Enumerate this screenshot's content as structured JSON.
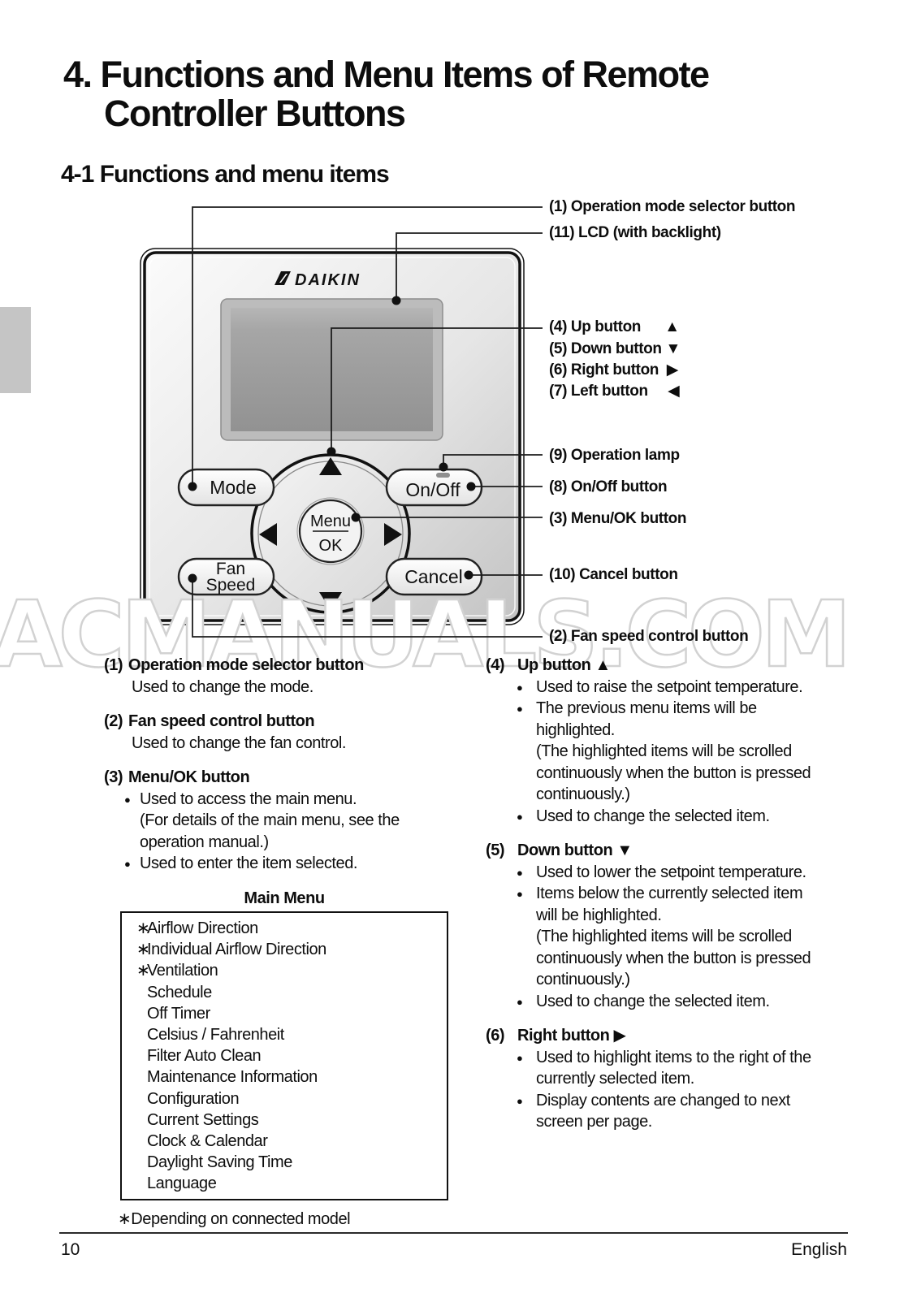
{
  "header": {
    "chapter_number": "4.",
    "title_line1": "4. Functions and Menu Items of Remote",
    "title_line2": "Controller Buttons",
    "section_title": "4-1 Functions and menu items"
  },
  "watermark": "ACMANUALS.COM",
  "remote": {
    "brand": "DAIKIN",
    "buttons": {
      "mode": "Mode",
      "on_off": "On/Off",
      "menu": "Menu",
      "ok": "OK",
      "fan_line1": "Fan",
      "fan_line2": "Speed",
      "cancel": "Cancel"
    }
  },
  "callouts": [
    {
      "text": "(1) Operation mode selector button"
    },
    {
      "text": "(11) LCD (with backlight)"
    },
    {
      "text": "(4) Up button      ▲"
    },
    {
      "text": "(5) Down button ▼"
    },
    {
      "text": "(6) Right button  ▶"
    },
    {
      "text": "(7) Left button     ◀"
    },
    {
      "text": "(9) Operation lamp"
    },
    {
      "text": "(8) On/Off button"
    },
    {
      "text": "(3) Menu/OK button"
    },
    {
      "text": "(10) Cancel button"
    },
    {
      "text": "(2) Fan speed control button"
    }
  ],
  "left_column": {
    "entries": [
      {
        "num": "(1)",
        "title": "Operation mode selector button",
        "desc": "Used to change the mode."
      },
      {
        "num": "(2)",
        "title": "Fan speed control button",
        "desc": "Used to change the fan control."
      },
      {
        "num": "(3)",
        "title": "Menu/OK button",
        "bullets": [
          {
            "text": "Used to access the main menu.",
            "sub": "(For details of the main menu, see the\noperation manual.)"
          },
          {
            "text": "Used to enter the item selected."
          }
        ]
      }
    ],
    "main_menu": {
      "heading": "Main Menu",
      "items": [
        {
          "prefix": "∗",
          "label": "Airflow Direction"
        },
        {
          "prefix": "∗",
          "label": "Individual Airflow Direction"
        },
        {
          "prefix": "∗",
          "label": "Ventilation"
        },
        {
          "prefix": "",
          "label": "Schedule"
        },
        {
          "prefix": "",
          "label": "Off Timer"
        },
        {
          "prefix": "",
          "label": "Celsius / Fahrenheit"
        },
        {
          "prefix": "",
          "label": "Filter Auto Clean"
        },
        {
          "prefix": "",
          "label": "Maintenance Information"
        },
        {
          "prefix": "",
          "label": "Configuration"
        },
        {
          "prefix": "",
          "label": "Current Settings"
        },
        {
          "prefix": "",
          "label": "Clock & Calendar"
        },
        {
          "prefix": "",
          "label": "Daylight Saving Time"
        },
        {
          "prefix": "",
          "label": "Language"
        }
      ],
      "footnote": "∗Depending on connected model"
    }
  },
  "right_column": {
    "entries": [
      {
        "num": "(4)",
        "title": "Up button ▲",
        "bullets": [
          {
            "text": "Used to raise the setpoint temperature."
          },
          {
            "text": "The previous menu items will be\nhighlighted.",
            "sub": "(The highlighted items will be scrolled\ncontinuously when the button is pressed\ncontinuously.)"
          },
          {
            "text": "Used to change the selected item."
          }
        ]
      },
      {
        "num": "(5)",
        "title": "Down button ▼",
        "bullets": [
          {
            "text": "Used to lower the setpoint temperature."
          },
          {
            "text": "Items below the currently selected item\nwill be highlighted.",
            "sub": "(The highlighted items will be scrolled\ncontinuously when the button is pressed\ncontinuously.)"
          },
          {
            "text": "Used to change the selected item."
          }
        ]
      },
      {
        "num": "(6)",
        "title": "Right button ▶",
        "bullets": [
          {
            "text": "Used to highlight items to the right of the\ncurrently selected item."
          },
          {
            "text": "Display contents are changed to next\nscreen per page."
          }
        ]
      }
    ]
  },
  "footer": {
    "page_number": "10",
    "language": "English"
  }
}
